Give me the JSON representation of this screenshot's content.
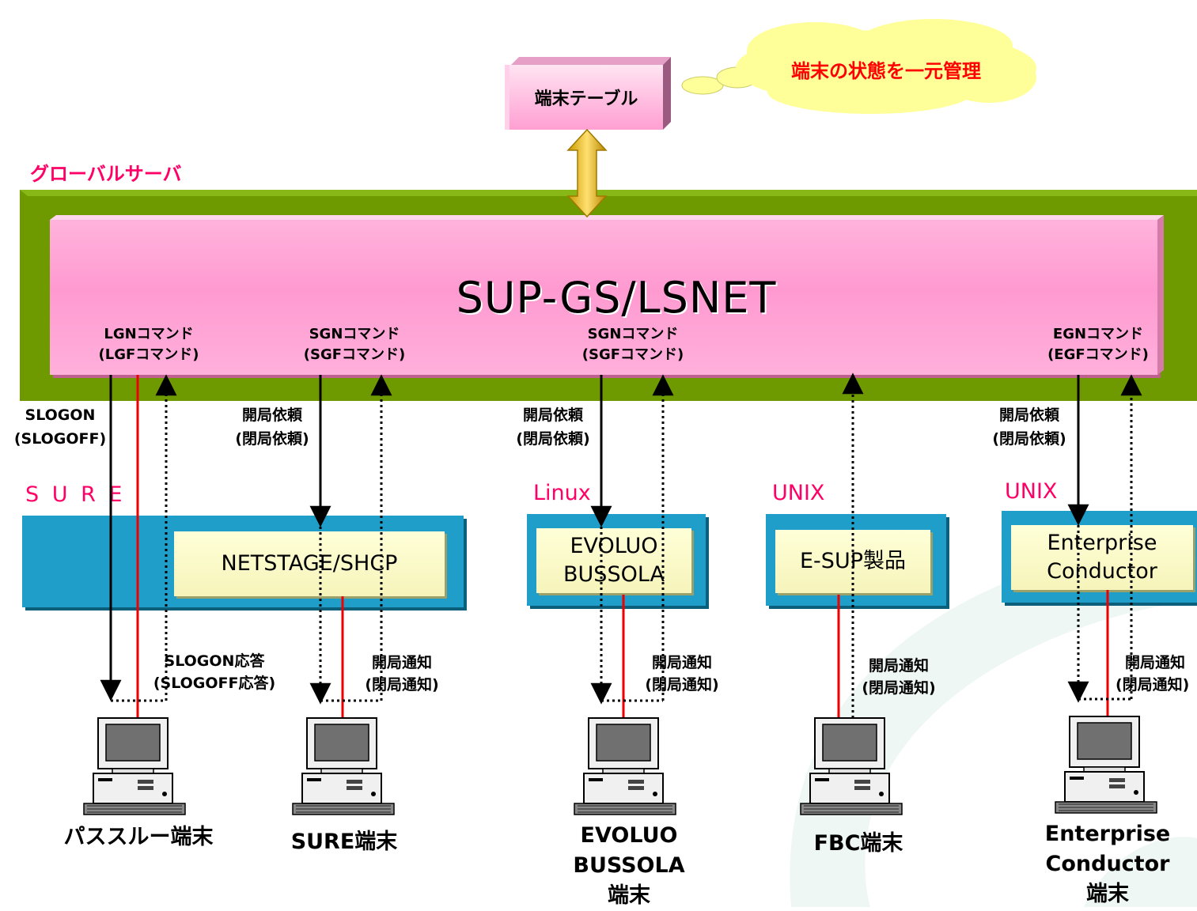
{
  "cloud": {
    "text": "端末の状態を一元管理"
  },
  "terminal_table": {
    "label": "端末テーブル"
  },
  "global_server": {
    "label": "グローバルサーバ",
    "title": "SUP-GS/LSNET",
    "commands": [
      {
        "line1": "LGNコマンド",
        "line2": "(LGFコマンド)"
      },
      {
        "line1": "SGNコマンド",
        "line2": "(SGFコマンド)"
      },
      {
        "line1": "SGNコマンド",
        "line2": "(SGFコマンド)"
      },
      {
        "line1": "EGNコマンド",
        "line2": "(EGFコマンド)"
      }
    ]
  },
  "requests": [
    {
      "line1": "SLOGON",
      "line2": "(SLOGOFF)"
    },
    {
      "line1": "開局依頼",
      "line2": "(閉局依頼)"
    },
    {
      "line1": "開局依頼",
      "line2": "(閉局依頼)"
    },
    {
      "line1": "開局依頼",
      "line2": "(閉局依頼)"
    }
  ],
  "platforms": [
    {
      "os": "S U R E",
      "product": "NETSTAGE/SHCP"
    },
    {
      "os": "Linux",
      "product_line1": "EVOLUO",
      "product_line2": "BUSSOLA"
    },
    {
      "os": "UNIX",
      "product": "E-SUP製品"
    },
    {
      "os": "UNIX",
      "product_line1": "Enterprise",
      "product_line2": "Conductor"
    }
  ],
  "notifications": [
    {
      "line1": "SLOGON応答",
      "line2": "(SLOGOFF応答)"
    },
    {
      "line1": "開局通知",
      "line2": "(閉局通知)"
    },
    {
      "line1": "開局通知",
      "line2": "(閉局通知)"
    },
    {
      "line1": "開局通知",
      "line2": "(閉局通知)"
    },
    {
      "line1": "開局通知",
      "line2": "(閉局通知)"
    }
  ],
  "terminals": [
    {
      "line1": "パススルー端末"
    },
    {
      "line1": "SURE端末"
    },
    {
      "line1": "EVOLUO",
      "line2": "BUSSOLA",
      "line3": "端末"
    },
    {
      "line1": "FBC端末"
    },
    {
      "line1": "Enterprise",
      "line2": "Conductor",
      "line3": "端末"
    }
  ],
  "colors": {
    "server_band": "#6e9a00",
    "server_box": "#ff9ad1",
    "platform_frame": "#1e9ec9",
    "product_box": "#ffffd8",
    "accent_red": "#ff0000",
    "label_pink": "#ff0066",
    "cloud": "#ffff99"
  }
}
